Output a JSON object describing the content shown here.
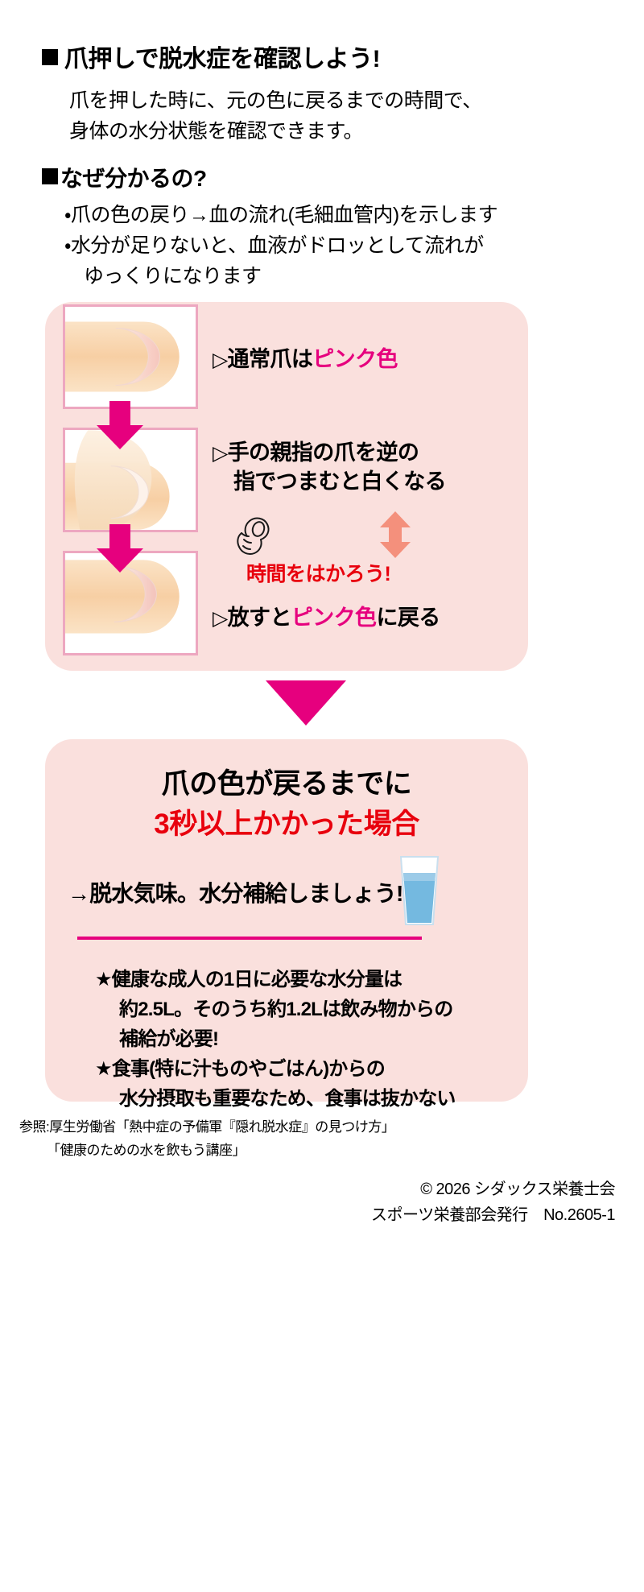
{
  "headings": {
    "main": "爪押しで脱水症を確認しよう!",
    "why": "なぜ分かるの?"
  },
  "intro": {
    "line1": "爪を押した時に、元の色に戻るまでの時間で、",
    "line2": "身体の水分状態を確認できます。"
  },
  "reasons": {
    "bullet1": "・爪の色の戻り→血の流れ(毛細血管内)を示します",
    "bullet2": "・水分が足りないと、血液がドロッとして流れが",
    "bullet2_cont": "ゆっくりになります"
  },
  "steps": {
    "marker": "▷",
    "step1_a": "通常爪は",
    "step1_b": "ピンク色",
    "step2_line1": "手の親指の爪を逆の",
    "step2_line2": "指でつまむと白くなる",
    "step3_a": "放すと",
    "step3_b": "ピンク色",
    "step3_c": "に戻る",
    "timer_text": "時間をはかろう!"
  },
  "result": {
    "line1": "爪の色が戻るまでに",
    "line2": "3秒以上かかった場合",
    "line3": "→脱水気味。水分補給しましょう!"
  },
  "tips": {
    "line1": "★健康な成人の1日に必要な水分量は",
    "line2": "約2.5L。そのうち約1.2Lは飲み物からの",
    "line3": "補給が必要!",
    "line4": "★食事(特に汁ものやごはん)からの",
    "line5": "水分摂取も重要なため、食事は抜かない"
  },
  "footer": {
    "ref1": "参照:厚生労働省「熱中症の予備軍『隠れ脱水症』の見つけ方」",
    "ref2": "「健康のための水を飲もう講座」",
    "copyright": "© 2026 シダックス栄養士会",
    "publisher": "スポーツ栄養部会発行　No.2605-1"
  },
  "colors": {
    "magenta": "#e6007e",
    "red": "#e8000d",
    "panel_pink": "#fae0dd",
    "border_pink": "#eda7c0",
    "salmon": "#f4907c",
    "skin": "#f7d0a8",
    "nail": "#fbe2d5",
    "water_blue": "#74b9e0"
  }
}
